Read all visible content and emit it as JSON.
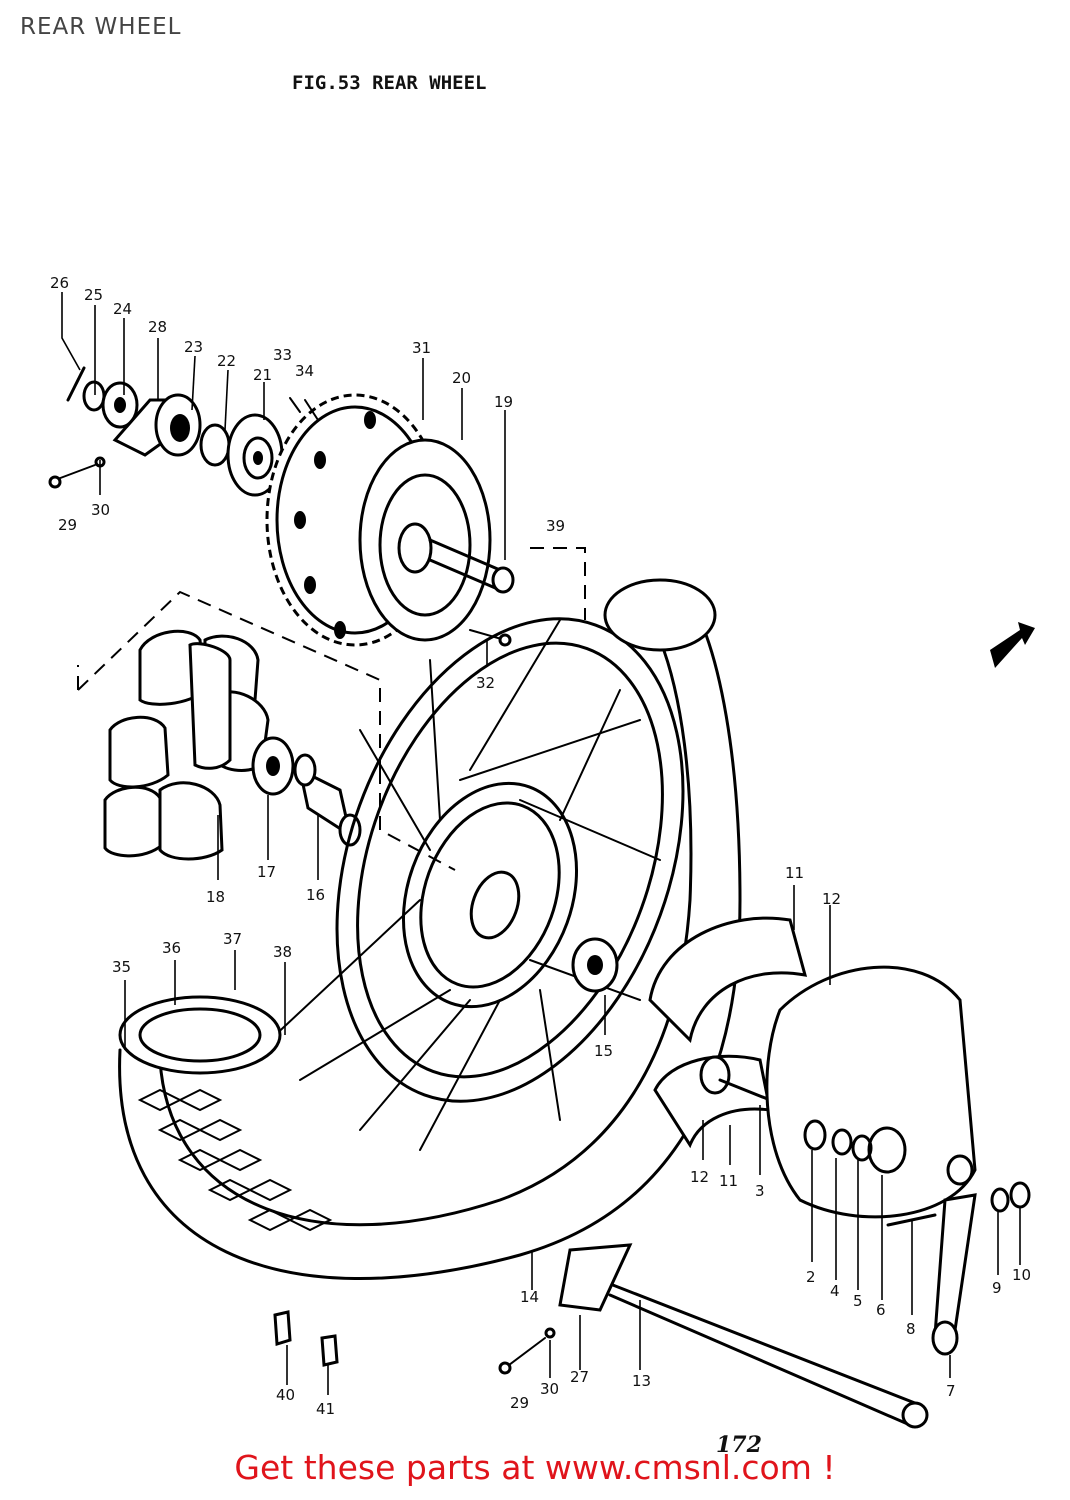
{
  "header": {
    "title": "REAR WHEEL"
  },
  "figure": {
    "title": "FIG.53  REAR WHEEL",
    "page_number": "172"
  },
  "footer": {
    "text": "Get these parts at www.cmsnl.com !"
  },
  "callouts": [
    {
      "id": "c26",
      "label": "26"
    },
    {
      "id": "c25",
      "label": "25"
    },
    {
      "id": "c24",
      "label": "24"
    },
    {
      "id": "c28",
      "label": "28"
    },
    {
      "id": "c23",
      "label": "23"
    },
    {
      "id": "c22",
      "label": "22"
    },
    {
      "id": "c33",
      "label": "33"
    },
    {
      "id": "c34",
      "label": "34"
    },
    {
      "id": "c21",
      "label": "21"
    },
    {
      "id": "c31",
      "label": "31"
    },
    {
      "id": "c20",
      "label": "20"
    },
    {
      "id": "c19",
      "label": "19"
    },
    {
      "id": "c29a",
      "label": "29"
    },
    {
      "id": "c30a",
      "label": "30"
    },
    {
      "id": "c39",
      "label": "39"
    },
    {
      "id": "c32",
      "label": "32"
    },
    {
      "id": "c18",
      "label": "18"
    },
    {
      "id": "c17",
      "label": "17"
    },
    {
      "id": "c16",
      "label": "16"
    },
    {
      "id": "c11a",
      "label": "11"
    },
    {
      "id": "c12a",
      "label": "12"
    },
    {
      "id": "c35",
      "label": "35"
    },
    {
      "id": "c36",
      "label": "36"
    },
    {
      "id": "c37",
      "label": "37"
    },
    {
      "id": "c38",
      "label": "38"
    },
    {
      "id": "c15",
      "label": "15"
    },
    {
      "id": "c12b",
      "label": "12"
    },
    {
      "id": "c11b",
      "label": "11"
    },
    {
      "id": "c3",
      "label": "3"
    },
    {
      "id": "c2",
      "label": "2"
    },
    {
      "id": "c4",
      "label": "4"
    },
    {
      "id": "c5",
      "label": "5"
    },
    {
      "id": "c6",
      "label": "6"
    },
    {
      "id": "c8",
      "label": "8"
    },
    {
      "id": "c9",
      "label": "9"
    },
    {
      "id": "c10",
      "label": "10"
    },
    {
      "id": "c7",
      "label": "7"
    },
    {
      "id": "c14",
      "label": "14"
    },
    {
      "id": "c27",
      "label": "27"
    },
    {
      "id": "c13",
      "label": "13"
    },
    {
      "id": "c29b",
      "label": "29"
    },
    {
      "id": "c30b",
      "label": "30"
    },
    {
      "id": "c40",
      "label": "40"
    },
    {
      "id": "c41",
      "label": "41"
    }
  ]
}
